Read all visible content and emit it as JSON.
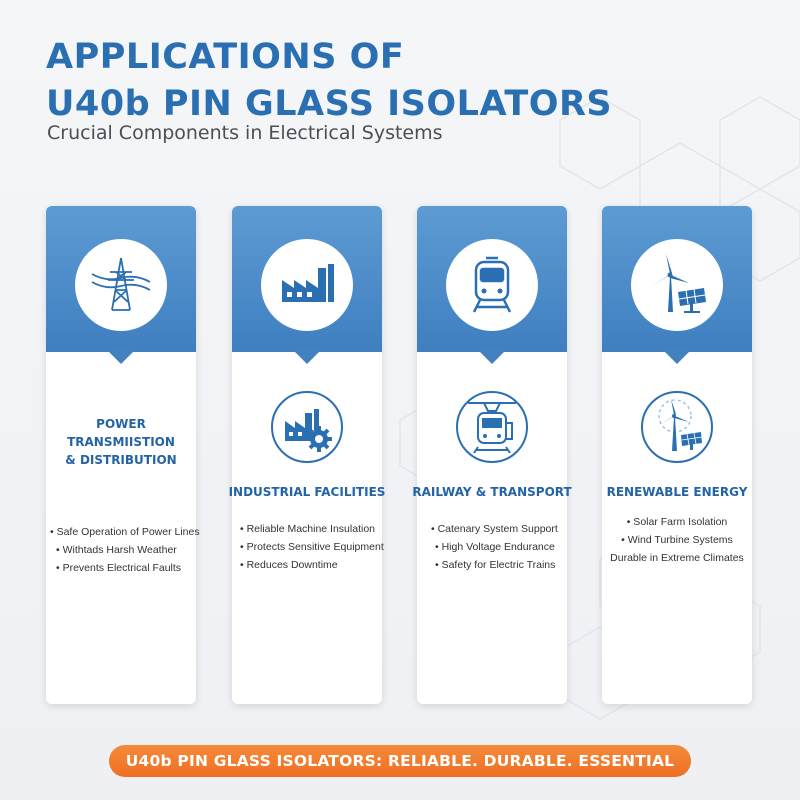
{
  "header": {
    "title_line1": "APPLICATIONS OF",
    "title_line2": "U40b PIN GLASS ISOLATORS",
    "subtitle": "Crucial Components in Electrical Systems"
  },
  "cards": [
    {
      "title_line1": "POWER",
      "title_line2": "TRANSMIISTION",
      "title_line3": "& DISTRIBUTION",
      "head_icon": "transmission-tower-icon",
      "mid_icon": "power-transmission-icon",
      "bullets": [
        "• Safe Operation of Power Lines",
        "• Withtads Harsh Weather",
        "• Prevents Electrical Faults"
      ]
    },
    {
      "title": "INDUSTRIAL FACILITIES",
      "head_icon": "factory-icon",
      "mid_icon": "factory-gear-icon",
      "bullets": [
        "• Reliable Machine Insulation",
        "• Protects Sensitive Equipment",
        "• Reduces Downtime"
      ]
    },
    {
      "title": "RAILWAY & TRANSPORT",
      "head_icon": "train-icon",
      "mid_icon": "electric-train-icon",
      "bullets": [
        "• Catenary System Support",
        "• High Voltage Endurance",
        "• Safety for Electric Trains"
      ]
    },
    {
      "title": "RENEWABLE ENERGY",
      "head_icon": "wind-solar-icon",
      "mid_icon": "wind-solar-outline-icon",
      "bullets": [
        "• Solar Farm Isolation",
        "• Wind Turbine Systems",
        "Durable in Extreme Climates"
      ]
    }
  ],
  "footer": {
    "banner": "U40b PIN GLASS ISOLATORS: RELIABLE. DURABLE. ESSENTIAL"
  },
  "colors": {
    "primary_blue": "#3f7fc0",
    "title_blue": "#2b6fb3",
    "accent_orange": "#ef6f22"
  }
}
